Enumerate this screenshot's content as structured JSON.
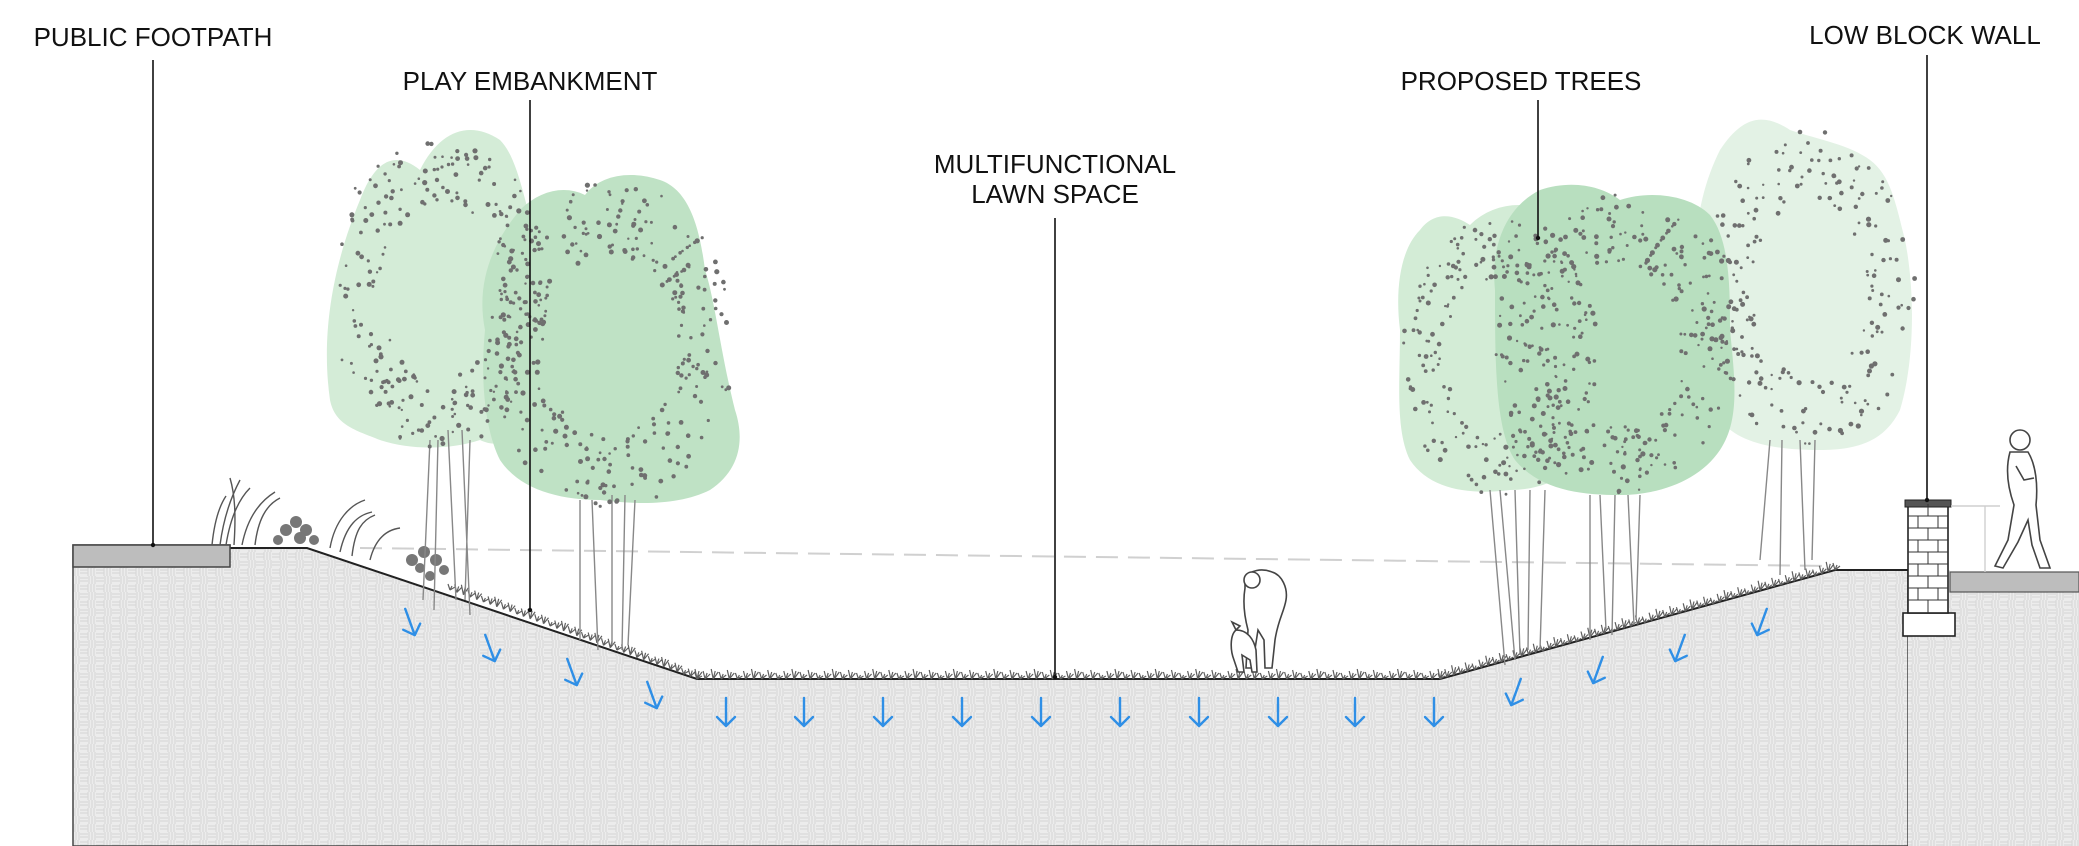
{
  "labels": {
    "public_footpath": "PUBLIC FOOTPATH",
    "play_embankment": "PLAY EMBANKMENT",
    "multifunctional_line1": "MULTIFUNCTIONAL",
    "multifunctional_line2": "LAWN SPACE",
    "proposed_trees": "PROPOSED TREES",
    "low_block_wall": "LOW BLOCK WALL"
  },
  "colors": {
    "ground_fill": "#ececec",
    "tree_light": "#cfe8d2",
    "tree_mid": "#b9dfc0",
    "tree_pale": "#e2f1e4",
    "trunk_stroke": "#888888",
    "foliage_dots": "#6f6f6f",
    "grass": "#5f5f5f",
    "water_arrow": "#2f8fe6",
    "paving": "#bdbdbd"
  },
  "icons": {
    "infiltration_arrow": "down-arrow-icon",
    "figure_left": "person-with-dog-icon",
    "figure_right": "walking-person-icon"
  }
}
